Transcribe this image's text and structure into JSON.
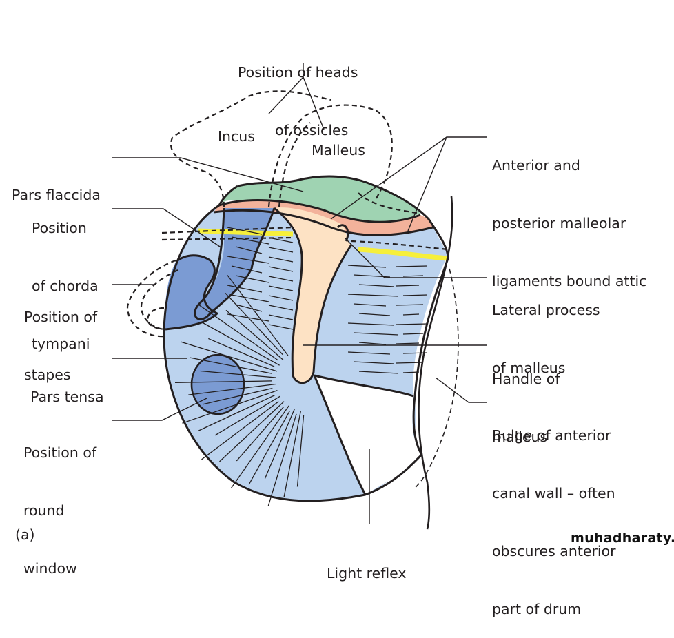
{
  "figure": {
    "panel_label": "(a)",
    "watermark": "muhadharaty.com",
    "colors": {
      "pars_tensa": "#bcd3ee",
      "dark_blue": "#7b9bd3",
      "pars_flaccida": "#9fd3b2",
      "ligament_band": "#f3b29b",
      "malleus": "#fde2c4",
      "chorda_tympani": "#f6ef3b",
      "outline": "#231f20"
    },
    "inner_labels": {
      "incus": "Incus",
      "malleus": "Malleus"
    },
    "labels": {
      "heads_of_ossicles": [
        "Position of heads",
        "of ossicles"
      ],
      "pars_flaccida": [
        "Pars flaccida"
      ],
      "chorda_tympani": [
        "Position",
        "of chorda",
        "tympani"
      ],
      "stapes": [
        "Position of",
        "stapes"
      ],
      "pars_tensa": [
        "Pars tensa"
      ],
      "round_window": [
        "Position of",
        "round",
        "window"
      ],
      "malleolar_ligaments": [
        "Anterior and",
        "posterior malleolar",
        "ligaments bound attic"
      ],
      "lateral_process": [
        "Lateral process",
        "of malleus"
      ],
      "handle_of_malleus": [
        "Handle of",
        "malleus"
      ],
      "bulge_canal_wall": [
        "Bulge of anterior",
        "canal wall – often",
        "obscures anterior",
        "part of drum"
      ],
      "light_reflex": [
        "Light reflex"
      ]
    }
  }
}
